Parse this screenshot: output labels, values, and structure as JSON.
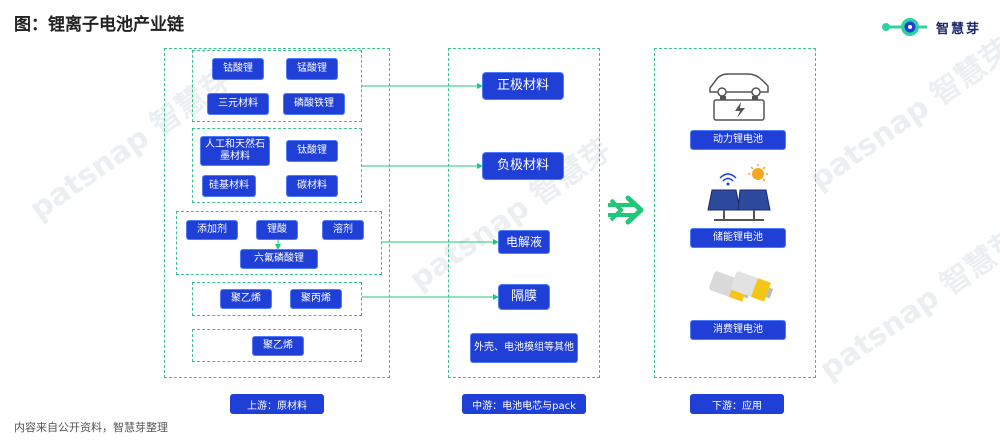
{
  "title": "图：锂离子电池产业链",
  "logo": {
    "text": "智慧芽",
    "colors": {
      "primary": "#1f3fd6",
      "accent": "#2fd3a0"
    }
  },
  "watermark": "patsnap 智慧芽",
  "upstream": {
    "label": "上游：原材料",
    "cathode_group": [
      "钴酸锂",
      "锰酸锂",
      "三元材料",
      "磷酸铁锂"
    ],
    "anode_group": [
      "人工和天然石墨材料",
      "钛酸锂",
      "硅基材料",
      "碳材料"
    ],
    "electrolyte_group": [
      "添加剂",
      "锂酸",
      "溶剂",
      "六氟磷酸锂"
    ],
    "separator_group": [
      "聚乙烯",
      "聚丙烯"
    ],
    "other_group": [
      "聚乙烯"
    ]
  },
  "midstream": {
    "label": "中游：电池电芯与pack",
    "items": [
      "正极材料",
      "负极材料",
      "电解液",
      "隔膜",
      "外壳、电池模组等其他"
    ]
  },
  "downstream": {
    "label": "下游：应用",
    "items": [
      "动力锂电池",
      "储能锂电池",
      "消费锂电池"
    ]
  },
  "note": "内容来自公开资料，智慧芽整理",
  "colors": {
    "button": "#1f3fd6",
    "dash": "#3cc28a",
    "arrow": "#22c777"
  }
}
